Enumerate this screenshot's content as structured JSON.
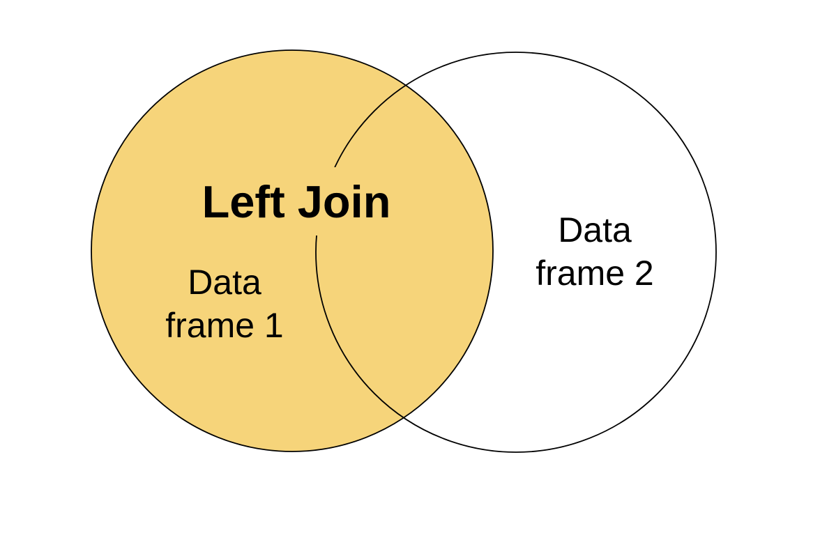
{
  "diagram": {
    "type": "venn-left-join",
    "title": "Left Join",
    "left_circle_label": "Data\nframe 1",
    "right_circle_label": "Data\nframe 2"
  },
  "colors": {
    "left_circle_fill": "#F6D47A",
    "right_circle_fill": "none",
    "outline": "#000000",
    "background": "#FFFFFF",
    "text": "#000000"
  }
}
